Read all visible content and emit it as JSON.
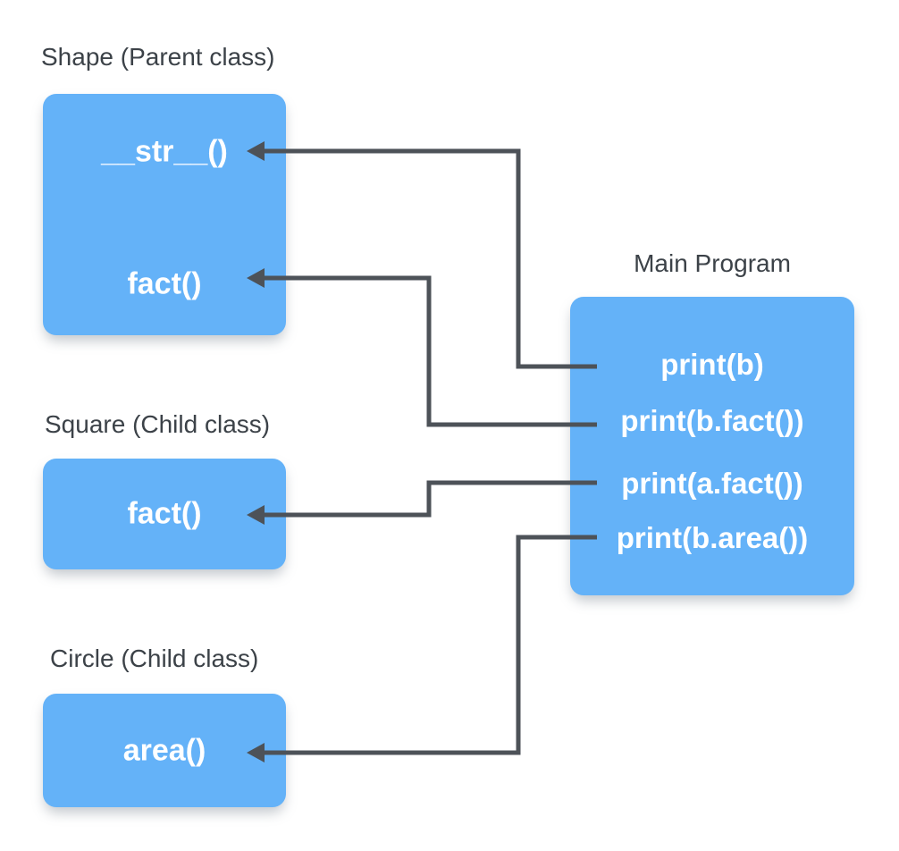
{
  "colors": {
    "accent": "#64B2F8",
    "connector": "#4D5258",
    "label_text": "#3C4248",
    "method_text": "#FFFFFF",
    "background": "#FFFFFF"
  },
  "icons": {
    "arrowhead": "triangle-pointing-left"
  },
  "diagram": {
    "shape_class": {
      "label": "Shape (Parent class)",
      "methods": {
        "str": "__str__()",
        "fact": "fact()"
      }
    },
    "square_class": {
      "label": "Square (Child class)",
      "methods": {
        "fact": "fact()"
      }
    },
    "circle_class": {
      "label": "Circle (Child class)",
      "methods": {
        "area": "area()"
      }
    },
    "main_program": {
      "label": "Main Program",
      "statements": {
        "print_b": "print(b)",
        "print_b_fact": "print(b.fact())",
        "print_a_fact": "print(a.fact())",
        "print_b_area": "print(b.area())"
      }
    },
    "connections": [
      {
        "from": "print(b)",
        "to": "Shape.__str__()"
      },
      {
        "from": "print(b.fact())",
        "to": "Shape.fact()"
      },
      {
        "from": "print(a.fact())",
        "to": "Square.fact()"
      },
      {
        "from": "print(b.area())",
        "to": "Circle.area()"
      }
    ]
  }
}
